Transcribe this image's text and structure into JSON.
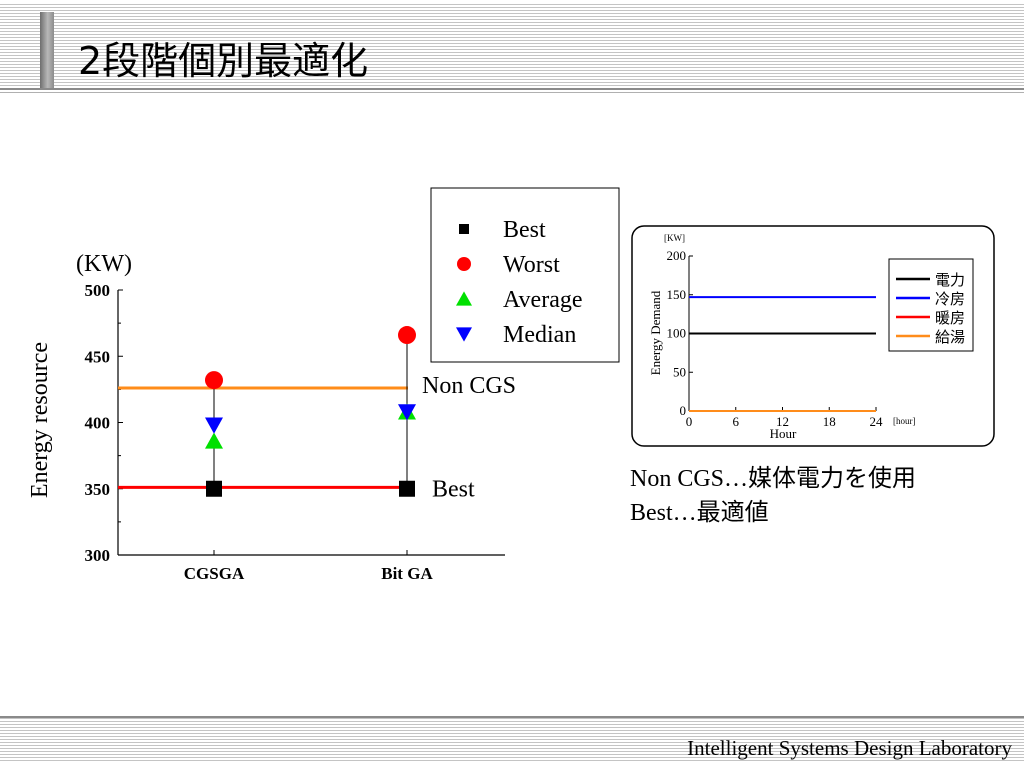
{
  "slide": {
    "title": "2段階個別最適化",
    "footer": "Intelligent Systems Design Laboratory"
  },
  "notes": [
    "Non CGS…媒体電力を使用",
    "Best…最適値"
  ],
  "colors": {
    "best": "#000000",
    "worst": "#ff0000",
    "average": "#00e000",
    "median": "#0000ff",
    "non_cgs_line": "#ff8c1a",
    "best_line": "#ff0000",
    "electric": "#000000",
    "cooling": "#0000ff",
    "heating": "#ff0000",
    "hot_water": "#ff8c1a"
  },
  "chart_data": [
    {
      "type": "scatter",
      "title": "",
      "ylabel": "Energy resource",
      "yunit": "(KW)",
      "ylim": [
        300,
        500
      ],
      "yticks": [
        300,
        350,
        400,
        450,
        500
      ],
      "categories": [
        "CGSGA",
        "Bit GA"
      ],
      "series": [
        {
          "name": "Best",
          "marker": "square",
          "values": [
            350,
            350
          ]
        },
        {
          "name": "Worst",
          "marker": "circle",
          "values": [
            432,
            466
          ]
        },
        {
          "name": "Average",
          "marker": "triangle-up",
          "values": [
            386,
            408
          ]
        },
        {
          "name": "Median",
          "marker": "triangle-down",
          "values": [
            398,
            408
          ]
        }
      ],
      "reference_lines": [
        {
          "label": "Non CGS",
          "value": 426
        },
        {
          "label": "Best",
          "value": 351
        }
      ],
      "legend_position": "top-right, outside"
    },
    {
      "type": "line",
      "title": "",
      "xlabel": "Hour",
      "xunit": "[hour]",
      "ylabel": "Energy Demand",
      "yunit": "[KW]",
      "xlim": [
        0,
        24
      ],
      "ylim": [
        0,
        200
      ],
      "xticks": [
        0,
        6,
        12,
        18,
        24
      ],
      "yticks": [
        0,
        50,
        100,
        150,
        200
      ],
      "series": [
        {
          "name": "電力",
          "x": [
            0,
            24
          ],
          "values": [
            100,
            100
          ]
        },
        {
          "name": "冷房",
          "x": [
            0,
            24
          ],
          "values": [
            147,
            147
          ]
        },
        {
          "name": "暖房",
          "x": [
            0,
            24
          ],
          "values": [
            0,
            0
          ]
        },
        {
          "name": "給湯",
          "x": [
            0,
            24
          ],
          "values": [
            0,
            0
          ]
        }
      ],
      "legend_position": "right"
    }
  ]
}
